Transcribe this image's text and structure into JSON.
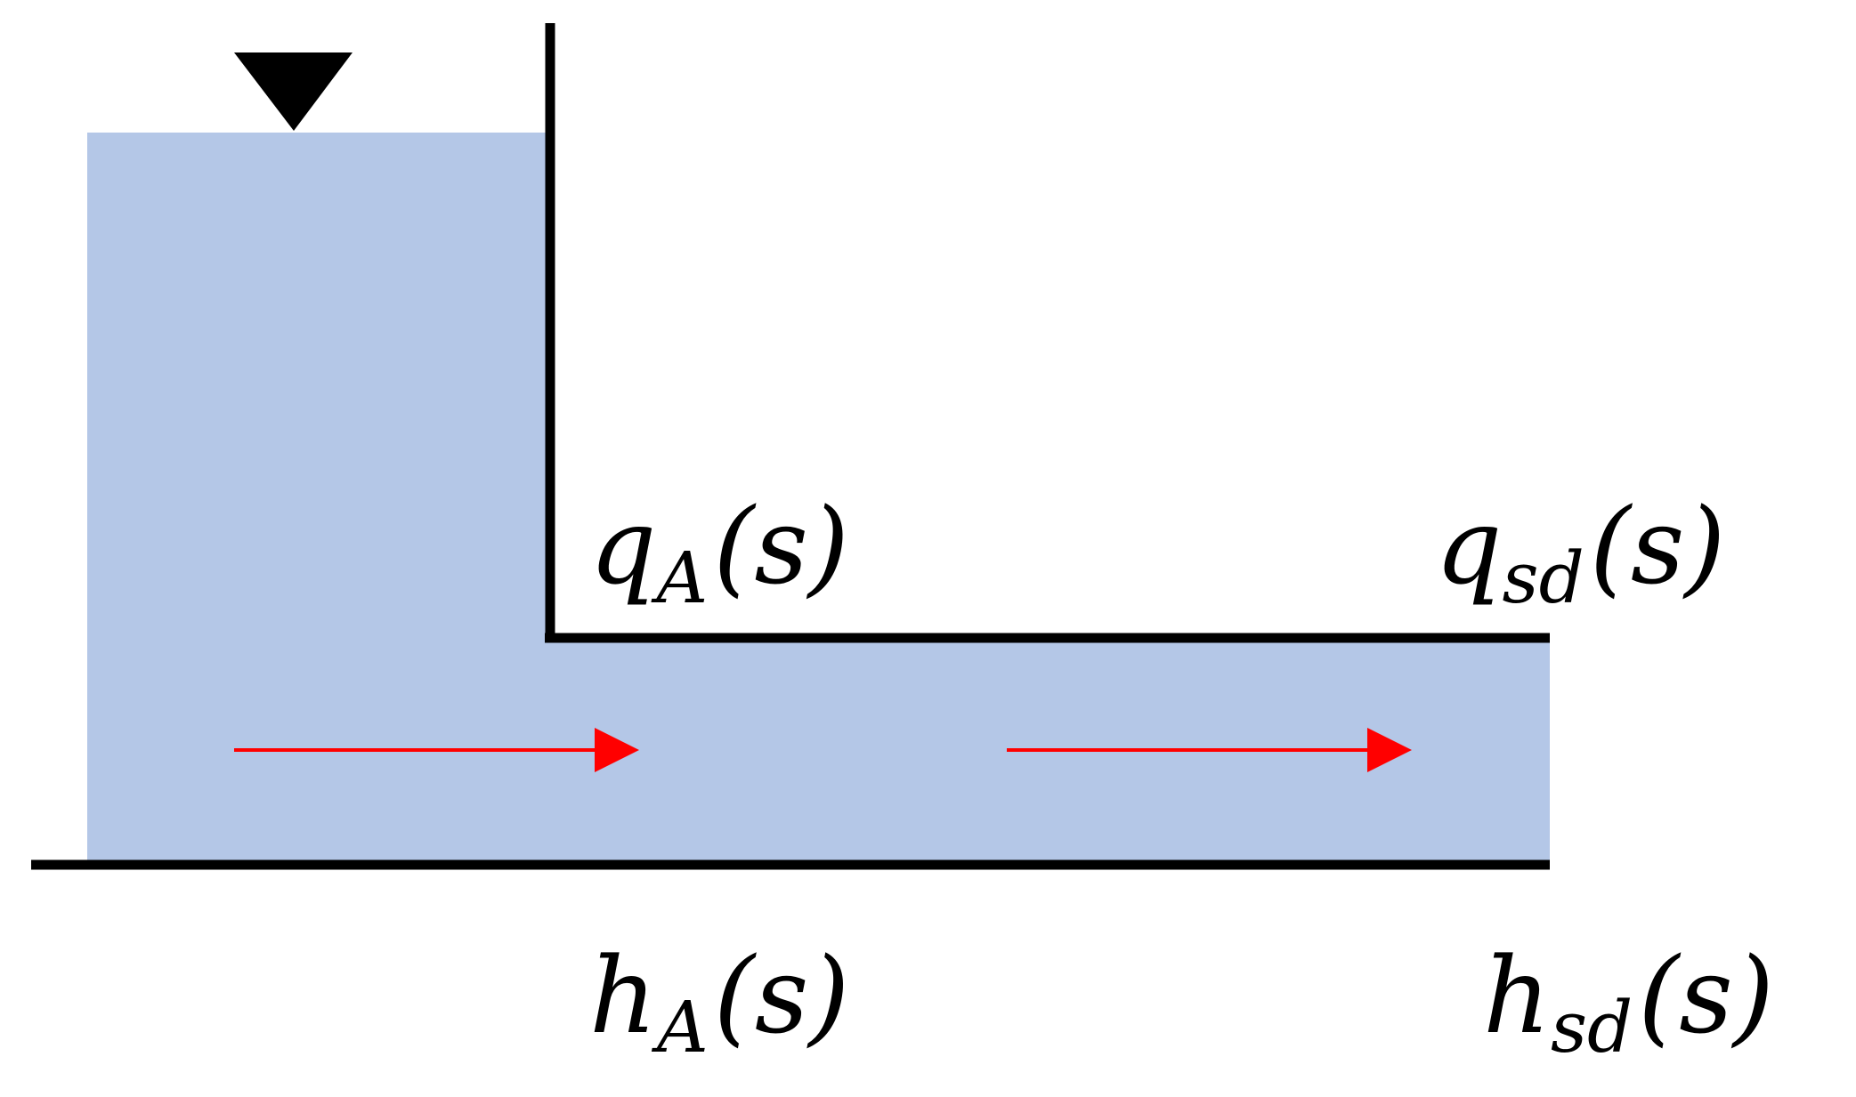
{
  "diagram": {
    "colors": {
      "water": "#b4c7e7",
      "walls": "#000000",
      "flow_arrows": "#ff0000",
      "background": "#ffffff"
    },
    "icons": {
      "water_level_marker": "water-level-triangle-icon",
      "flow_arrow": "arrow-right-icon"
    },
    "labels": {
      "q_A": {
        "base": "q",
        "sub": "A",
        "arg": "(s)"
      },
      "q_sd": {
        "base": "q",
        "sub": "sd",
        "arg": "(s)"
      },
      "h_A": {
        "base": "h",
        "sub": "A",
        "arg": "(s)"
      },
      "h_sd": {
        "base": "h",
        "sub": "sd",
        "arg": "(s)"
      }
    }
  }
}
